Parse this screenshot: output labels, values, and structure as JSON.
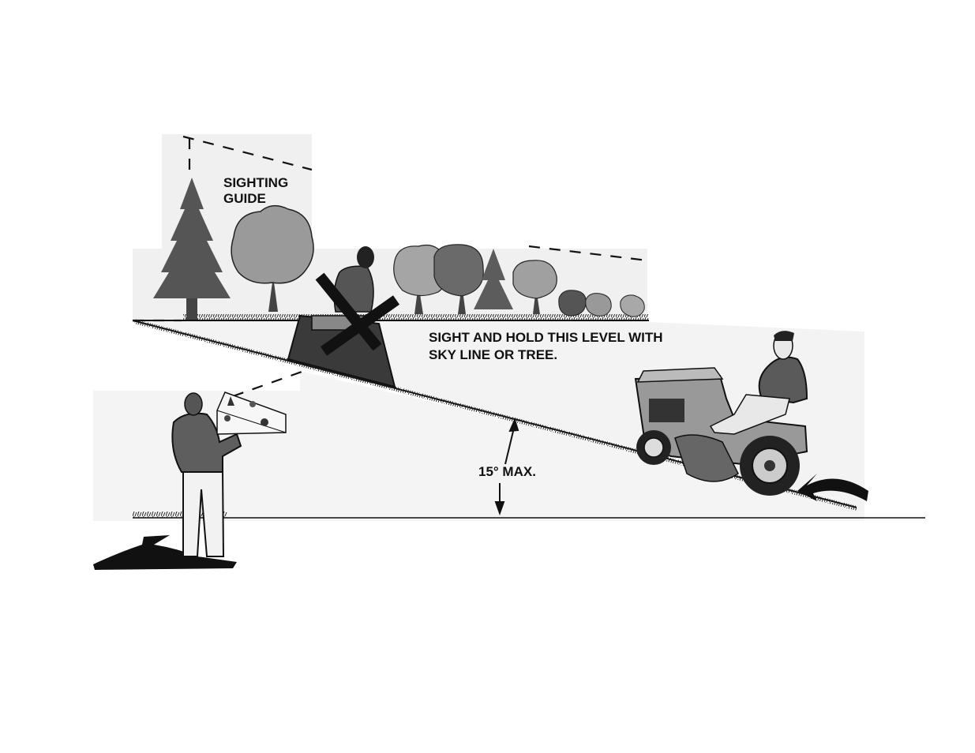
{
  "labels": {
    "sighting_guide_line1": "SIGHTING",
    "sighting_guide_line2": "GUIDE",
    "instruction_line1": "SIGHT AND HOLD THIS LEVEL WITH",
    "instruction_line2": "SKY LINE OR TREE.",
    "angle": "15° MAX."
  },
  "colors": {
    "ink": "#111111",
    "panel_gray": "#efefef",
    "foliage_dark": "#5a5a5a",
    "foliage_mid": "#8a8a8a",
    "foliage_light": "#a9a9a9",
    "mower_body": "#9a9a9a"
  },
  "icons": {
    "no_symbol": "x-cross-icon",
    "direction": "curved-arrow-icon"
  }
}
